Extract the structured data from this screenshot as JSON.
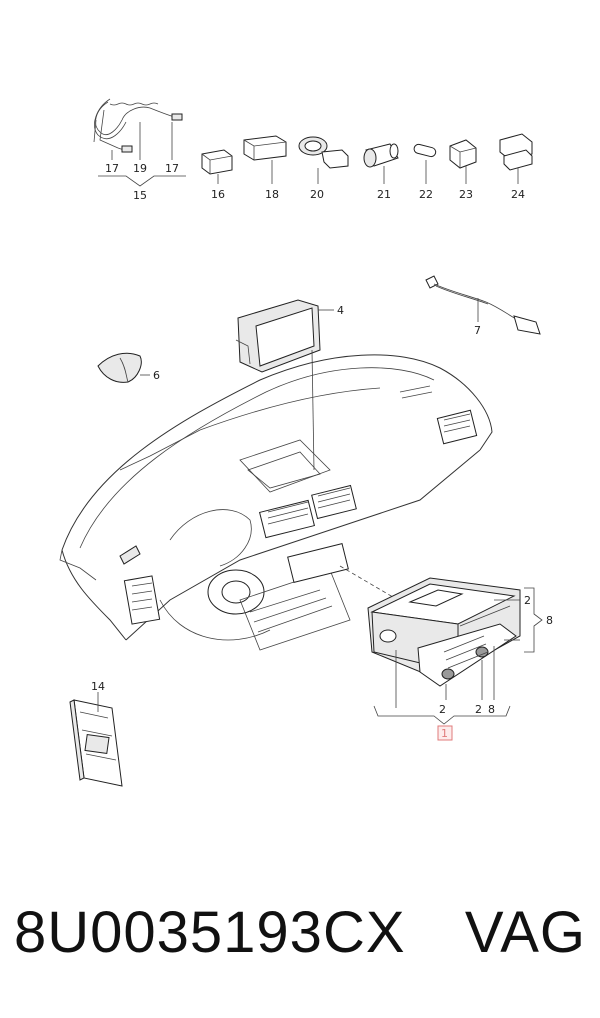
{
  "callouts": {
    "c17a": "17",
    "c19": "19",
    "c17b": "17",
    "c15": "15",
    "c16": "16",
    "c18": "18",
    "c20": "20",
    "c21": "21",
    "c22": "22",
    "c23": "23",
    "c24": "24",
    "c4": "4",
    "c6": "6",
    "c7": "7",
    "c8": "8",
    "c2top": "2",
    "c2a": "2",
    "c2b": "2",
    "c8b": "8",
    "c1": "1",
    "c14": "14"
  },
  "highlight_color": "#e07b7b",
  "footer": {
    "part_number": "8U0035193CX",
    "brand": "VAG"
  }
}
